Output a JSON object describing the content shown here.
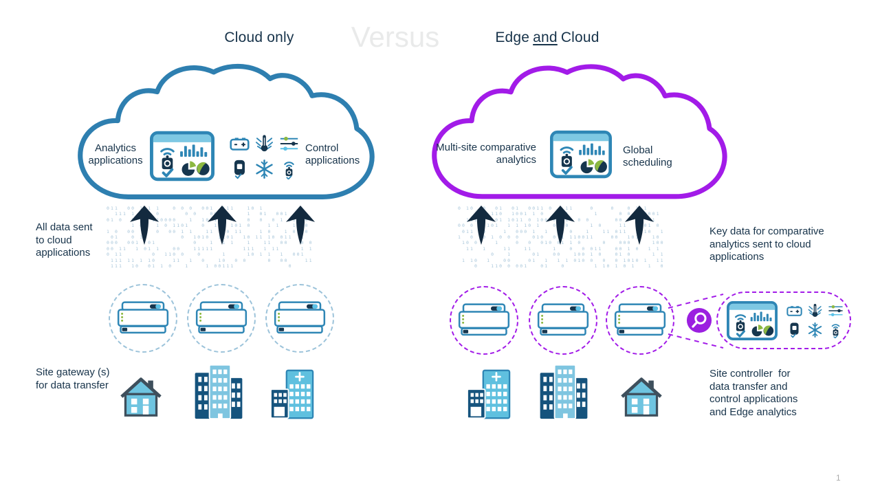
{
  "header": {
    "left_title": "Cloud only",
    "versus": "Versus",
    "right_title": {
      "pre": "Edge",
      "and": "and",
      "post": "Cloud"
    }
  },
  "left_section": {
    "cloud": {
      "analytics_label": "Analytics\napplications",
      "control_label": "Control\napplications"
    },
    "flow_caption": "All data sent\nto cloud\napplications",
    "gateway_caption": "Site gateway (s)\nfor data transfer"
  },
  "right_section": {
    "cloud": {
      "multisite_label": "Multi-site comparative\nanalytics",
      "global_label": "Global\nscheduling"
    },
    "flow_caption": "Key data for comparative\nanalytics sent to cloud\napplications",
    "controller_caption": "Site controller  for\ndata transfer and\ncontrol applications\nand Edge analytics"
  },
  "page": {
    "number": "1"
  },
  "colors": {
    "left_cloud_stroke": "#2E7FB0",
    "right_cloud_stroke": "#A21BE8",
    "navy_text": "#17334A",
    "arrow": "#132A3F",
    "accent_blue": "#2E86B5",
    "cyan": "#5BC2E7",
    "header_light_blue": "#7EC8E3",
    "green": "#8CB841",
    "icon_navy": "#16364E",
    "dashed_circle_blue": "#9CC3DA",
    "binary_rain": "#A8C6DA",
    "versus_gray": "#E9EAEA",
    "building_light": "#6EC4E0",
    "building_dark": "#15537D"
  },
  "icons": {
    "dashboard": "dashboard-icon",
    "device_icons": [
      "battery-icon",
      "thermometer-icon",
      "sliders-icon",
      "meter-icon",
      "snowflake-icon",
      "sensor-icon"
    ],
    "gateway": "gateway-device-icon",
    "arrow": "data-up-arrow-icon",
    "magnifier": "magnifier-icon",
    "buildings": [
      "house-icon",
      "office-building-icon",
      "hospital-building-icon"
    ],
    "cloud": "cloud-outline-icon"
  }
}
